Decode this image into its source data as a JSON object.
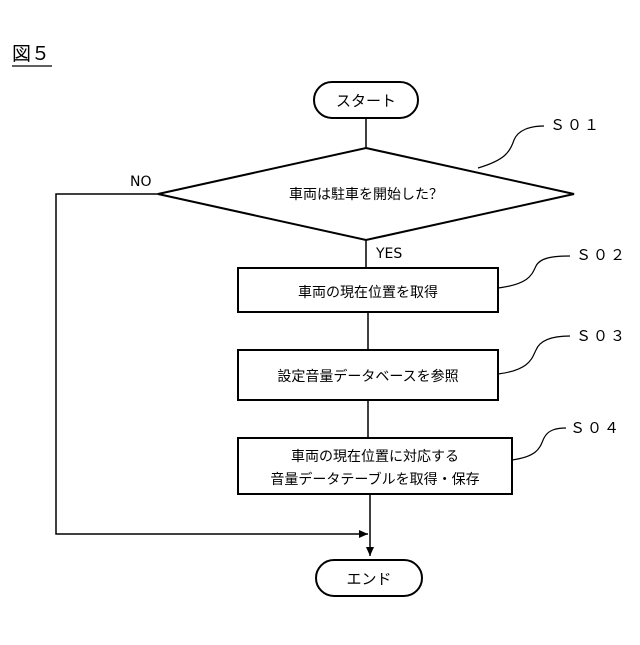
{
  "figure_label": "図５",
  "start": {
    "label": "スタート"
  },
  "end": {
    "label": "エンド"
  },
  "decision": {
    "id": "Ｓ０１",
    "text": "車両は駐車を開始した？",
    "yes_label": "YES",
    "no_label": "NO"
  },
  "steps": [
    {
      "id": "Ｓ０２",
      "lines": [
        "車両の現在位置を取得"
      ]
    },
    {
      "id": "Ｓ０３",
      "lines": [
        "設定音量データベースを参照"
      ]
    },
    {
      "id": "Ｓ０４",
      "lines": [
        "車両の現在位置に対応する",
        "音量データテーブルを取得・保存"
      ]
    }
  ]
}
